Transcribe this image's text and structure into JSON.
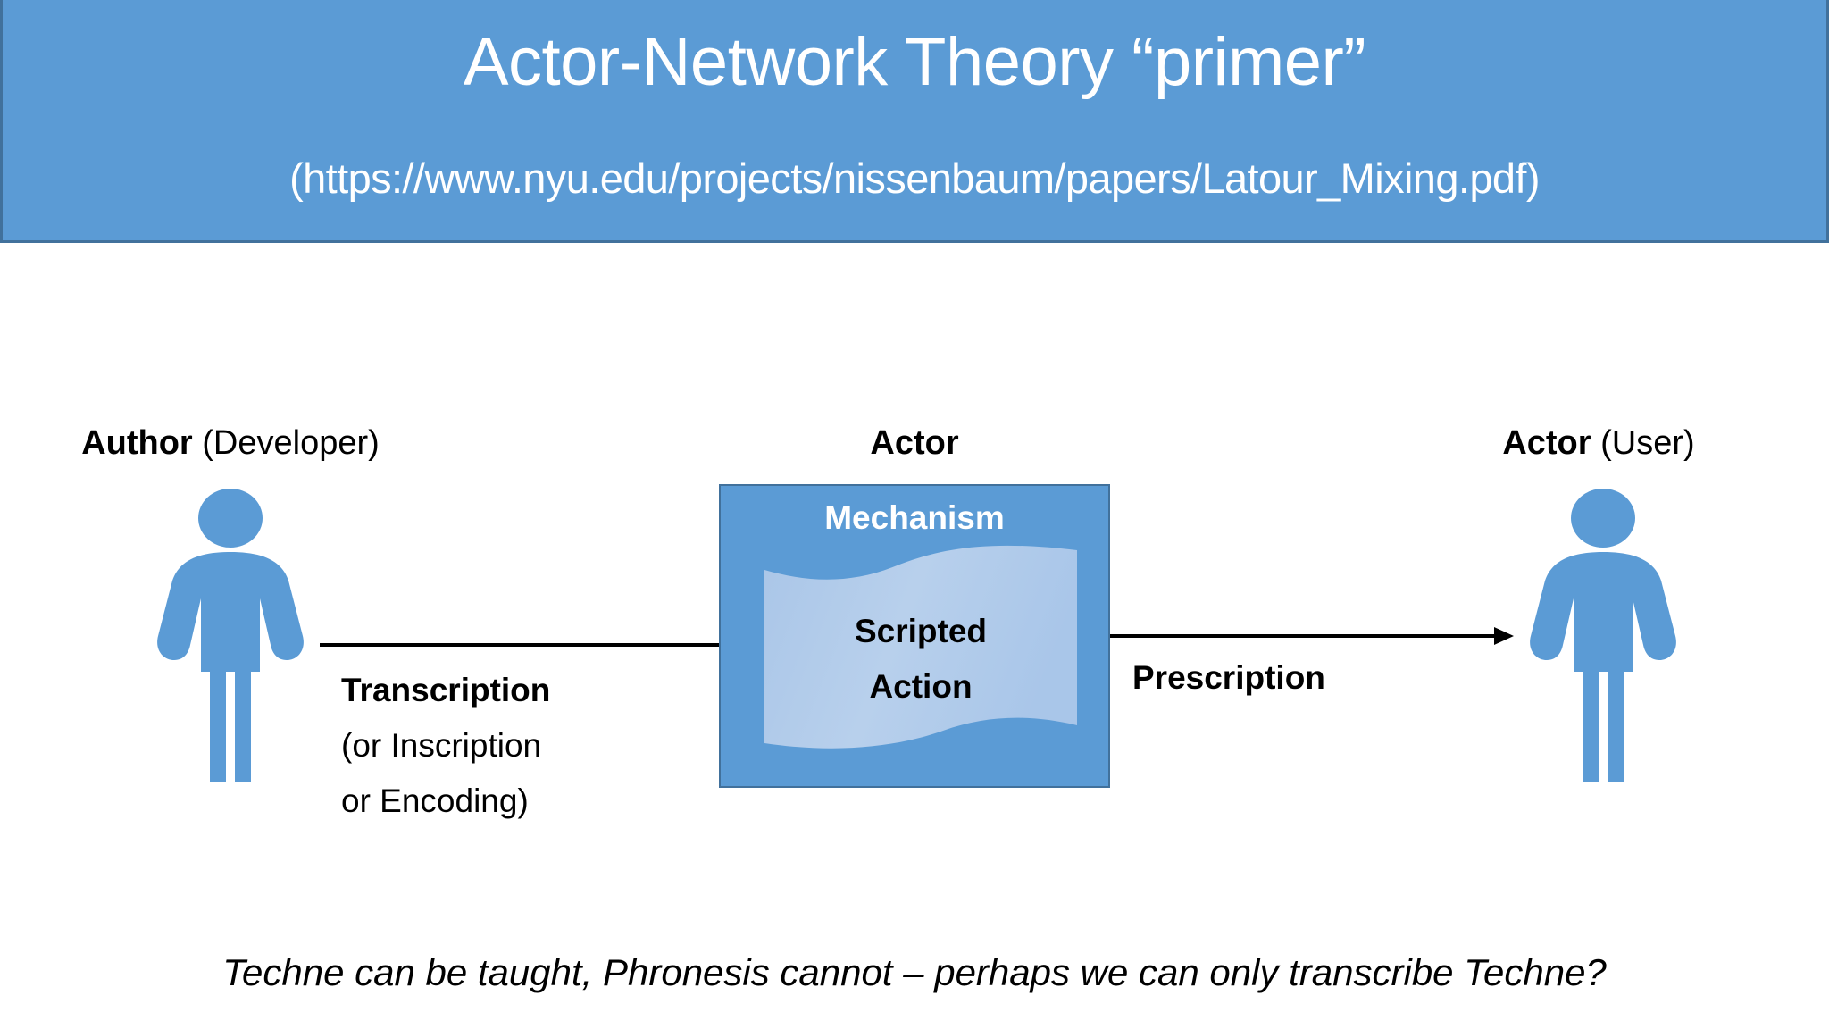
{
  "header": {
    "title": "Actor-Network Theory “primer”",
    "source_url": "(https://www.nyu.edu/projects/nissenbaum/papers/Latour_Mixing.pdf)",
    "band_color": "#5B9BD5",
    "border_color": "#41719C",
    "text_color": "#FFFFFF"
  },
  "diagram": {
    "author_node": {
      "label_bold": "Author",
      "label_regular": " (Developer)",
      "figure": "person-pictogram",
      "figure_color": "#5B9BD5"
    },
    "actor_box": {
      "caption": "Actor",
      "mechanism_label": "Mechanism",
      "scripted_action_line1": "Scripted",
      "scripted_action_line2": "Action",
      "box_color": "#5B9BD5",
      "box_border_color": "#41719C",
      "wave_color": "#B4CDE8",
      "mechanism_text_color": "#FFFFFF",
      "scripted_action_text_color": "#000000"
    },
    "user_node": {
      "label_bold": "Actor",
      "label_regular": " (User)",
      "figure": "person-pictogram",
      "figure_color": "#5B9BD5"
    },
    "left_edge": {
      "line1": "Transcription",
      "line2": "(or Inscription",
      "line3": "or Encoding)",
      "direction": "author-to-actor",
      "arrow_color": "#000000"
    },
    "right_edge": {
      "line1": "Prescription",
      "direction": "actor-to-user",
      "arrow_color": "#000000"
    }
  },
  "footer": {
    "caption": "Techne can be taught, Phronesis cannot – perhaps we can only transcribe Techne?"
  }
}
